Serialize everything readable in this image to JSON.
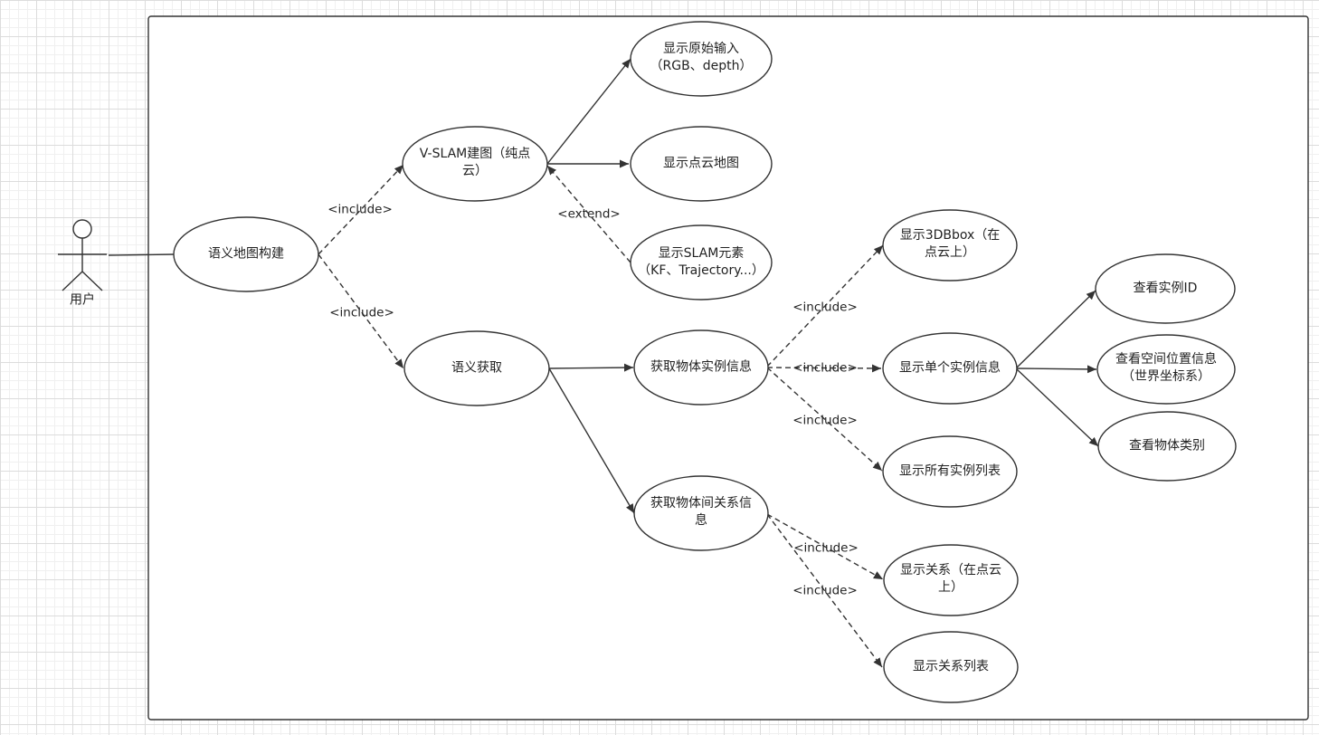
{
  "actor": {
    "label": "用户"
  },
  "use_cases": {
    "semantic_map": "语义地图构建",
    "vslam": "V-SLAM建图（纯点\n云）",
    "semantic_get": "语义获取",
    "raw_input": "显示原始输入\n（RGB、depth）",
    "point_cloud": "显示点云地图",
    "slam_elements": "显示SLAM元素\n（KF、Trajectory...）",
    "instance_info": "获取物体实例信息",
    "relation_info": "获取物体间关系信\n息",
    "bbox3d": "显示3DBbox（在\n点云上）",
    "single_instance": "显示单个实例信息",
    "all_instances": "显示所有实例列表",
    "view_id": "查看实例ID",
    "view_position": "查看空间位置信息\n（世界坐标系）",
    "view_class": "查看物体类别",
    "show_relation": "显示关系（在点云\n上）",
    "relation_list": "显示关系列表"
  },
  "relations": {
    "include": "<include>",
    "extend": "<extend>"
  }
}
